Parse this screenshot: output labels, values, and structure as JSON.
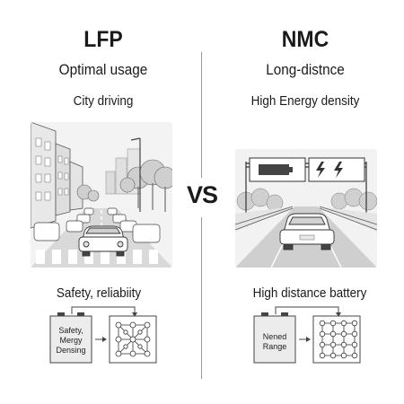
{
  "left": {
    "title": "LFP",
    "subtitle": "Optimal usage",
    "use_case": "City driving",
    "caption": "Safety, reliabiity",
    "cell_label": [
      "Safety,",
      "Mergy",
      "Densing"
    ],
    "scene_icon": "city-street-illustration",
    "diagram_icon": "lattice-structure-icon"
  },
  "center": {
    "vs_label": "VS"
  },
  "right": {
    "title": "NMC",
    "subtitle": "Long-distnce",
    "use_case": "High Energy density",
    "caption": "High distance battery",
    "cell_label": [
      "Nened",
      "Range"
    ],
    "scene_icon": "highway-illustration",
    "sign_icons": [
      "battery-icon",
      "lightning-icon"
    ],
    "diagram_icon": "lattice-structure-icon"
  }
}
